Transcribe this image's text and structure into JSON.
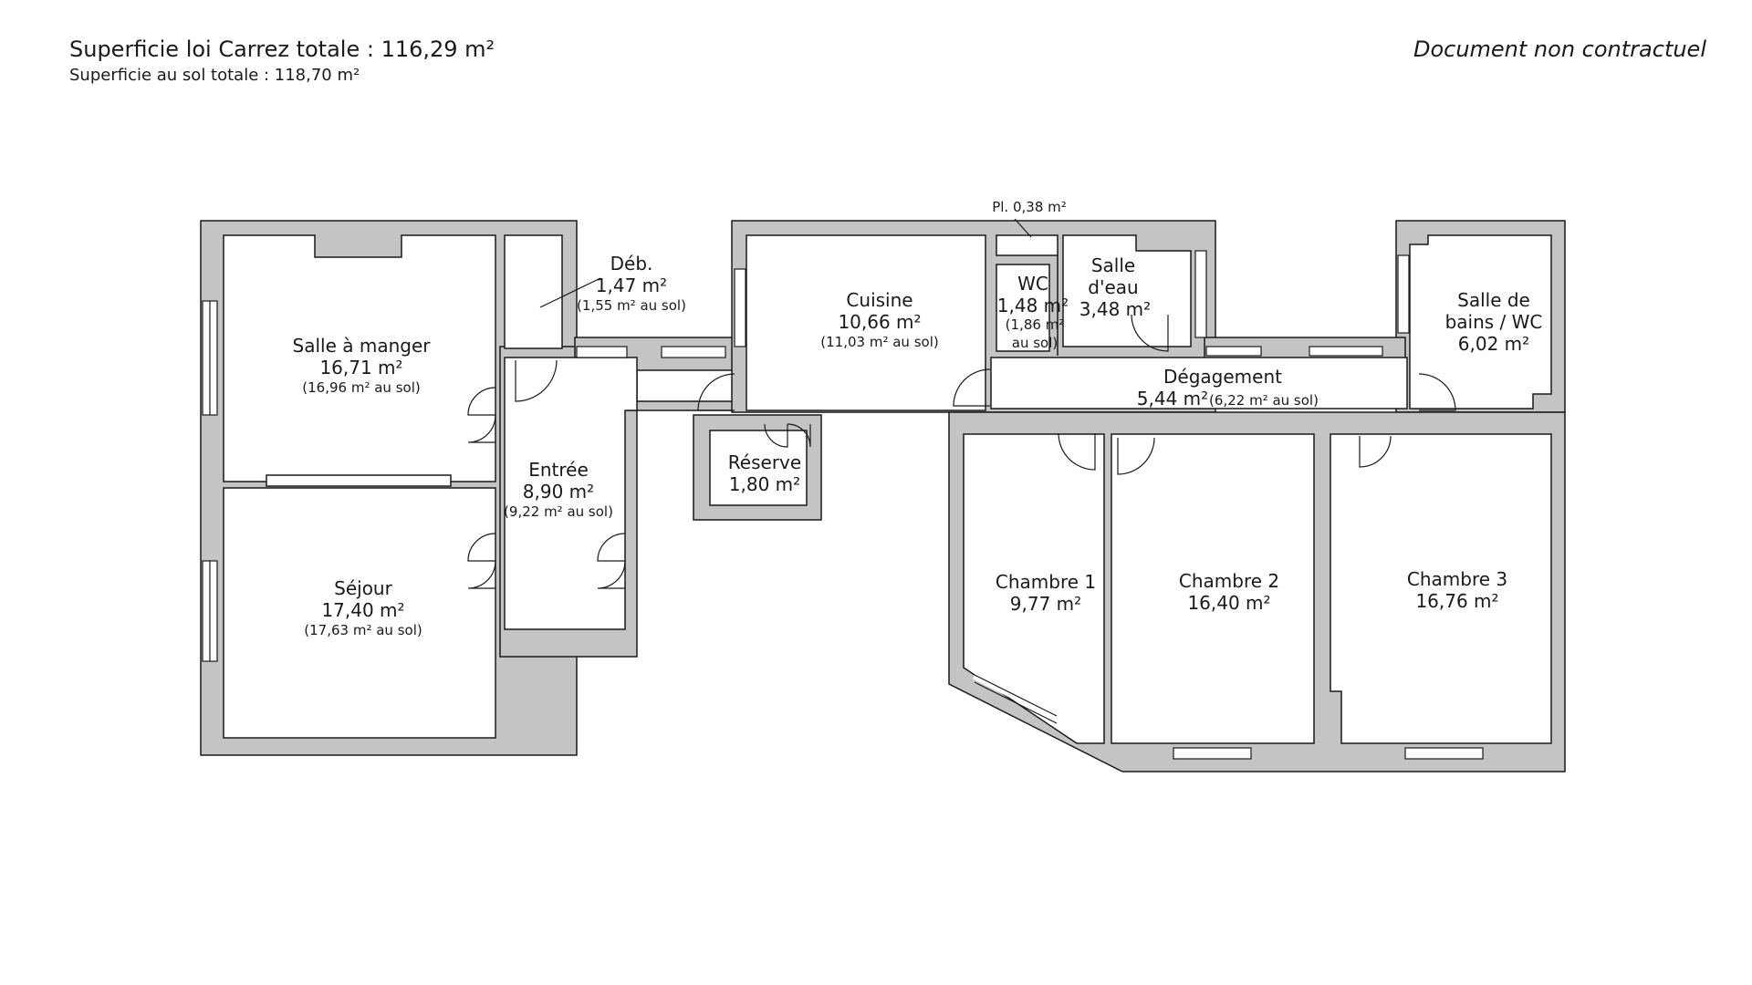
{
  "header": {
    "carrez_total": "Superficie loi Carrez totale :  116,29 m²",
    "floor_total": "Superficie au sol totale :  118,70 m²",
    "disclaimer": "Document non contractuel"
  },
  "rooms": {
    "salle_a_manger": {
      "name": "Salle à manger",
      "area": "16,71 m²",
      "floor": "(16,96 m² au sol)"
    },
    "sejour": {
      "name": "Séjour",
      "area": "17,40 m²",
      "floor": "(17,63 m² au sol)"
    },
    "deb": {
      "name": "Déb.",
      "area": "1,47 m²",
      "floor": "(1,55 m² au sol)"
    },
    "entree": {
      "name": "Entrée",
      "area": "8,90 m²",
      "floor": "(9,22 m² au sol)"
    },
    "cuisine": {
      "name": "Cuisine",
      "area": "10,66 m²",
      "floor": "(11,03 m² au sol)"
    },
    "reserve": {
      "name": "Réserve",
      "area": "1,80 m²"
    },
    "placard": {
      "label": "Pl. 0,38 m²"
    },
    "wc": {
      "name": "WC",
      "area": "1,48 m²",
      "floor_a": "(1,86 m²",
      "floor_b": "au sol)"
    },
    "salle_deau": {
      "name_a": "Salle",
      "name_b": "d'eau",
      "area": "3,48 m²"
    },
    "degagement": {
      "name": "Dégagement",
      "area": "5,44 m²",
      "floor": "(6,22 m² au sol)"
    },
    "salle_de_bains": {
      "name_a": "Salle de",
      "name_b": "bains / WC",
      "area": "6,02 m²"
    },
    "chambre1": {
      "name": "Chambre 1",
      "area": "9,77 m²"
    },
    "chambre2": {
      "name": "Chambre 2",
      "area": "16,40 m²"
    },
    "chambre3": {
      "name": "Chambre 3",
      "area": "16,76 m²"
    }
  },
  "colors": {
    "wall": "#c4c4c4",
    "line": "#1a1a1a",
    "background": "#ffffff"
  }
}
